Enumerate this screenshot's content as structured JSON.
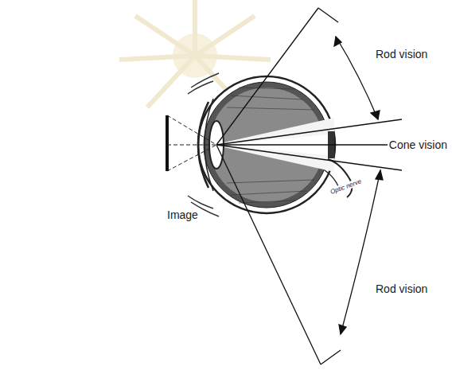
{
  "diagram": {
    "labels": [
      "Rod vision",
      "Cone vision",
      "Optic nerve",
      "Rod vision",
      "Image"
    ]
  }
}
